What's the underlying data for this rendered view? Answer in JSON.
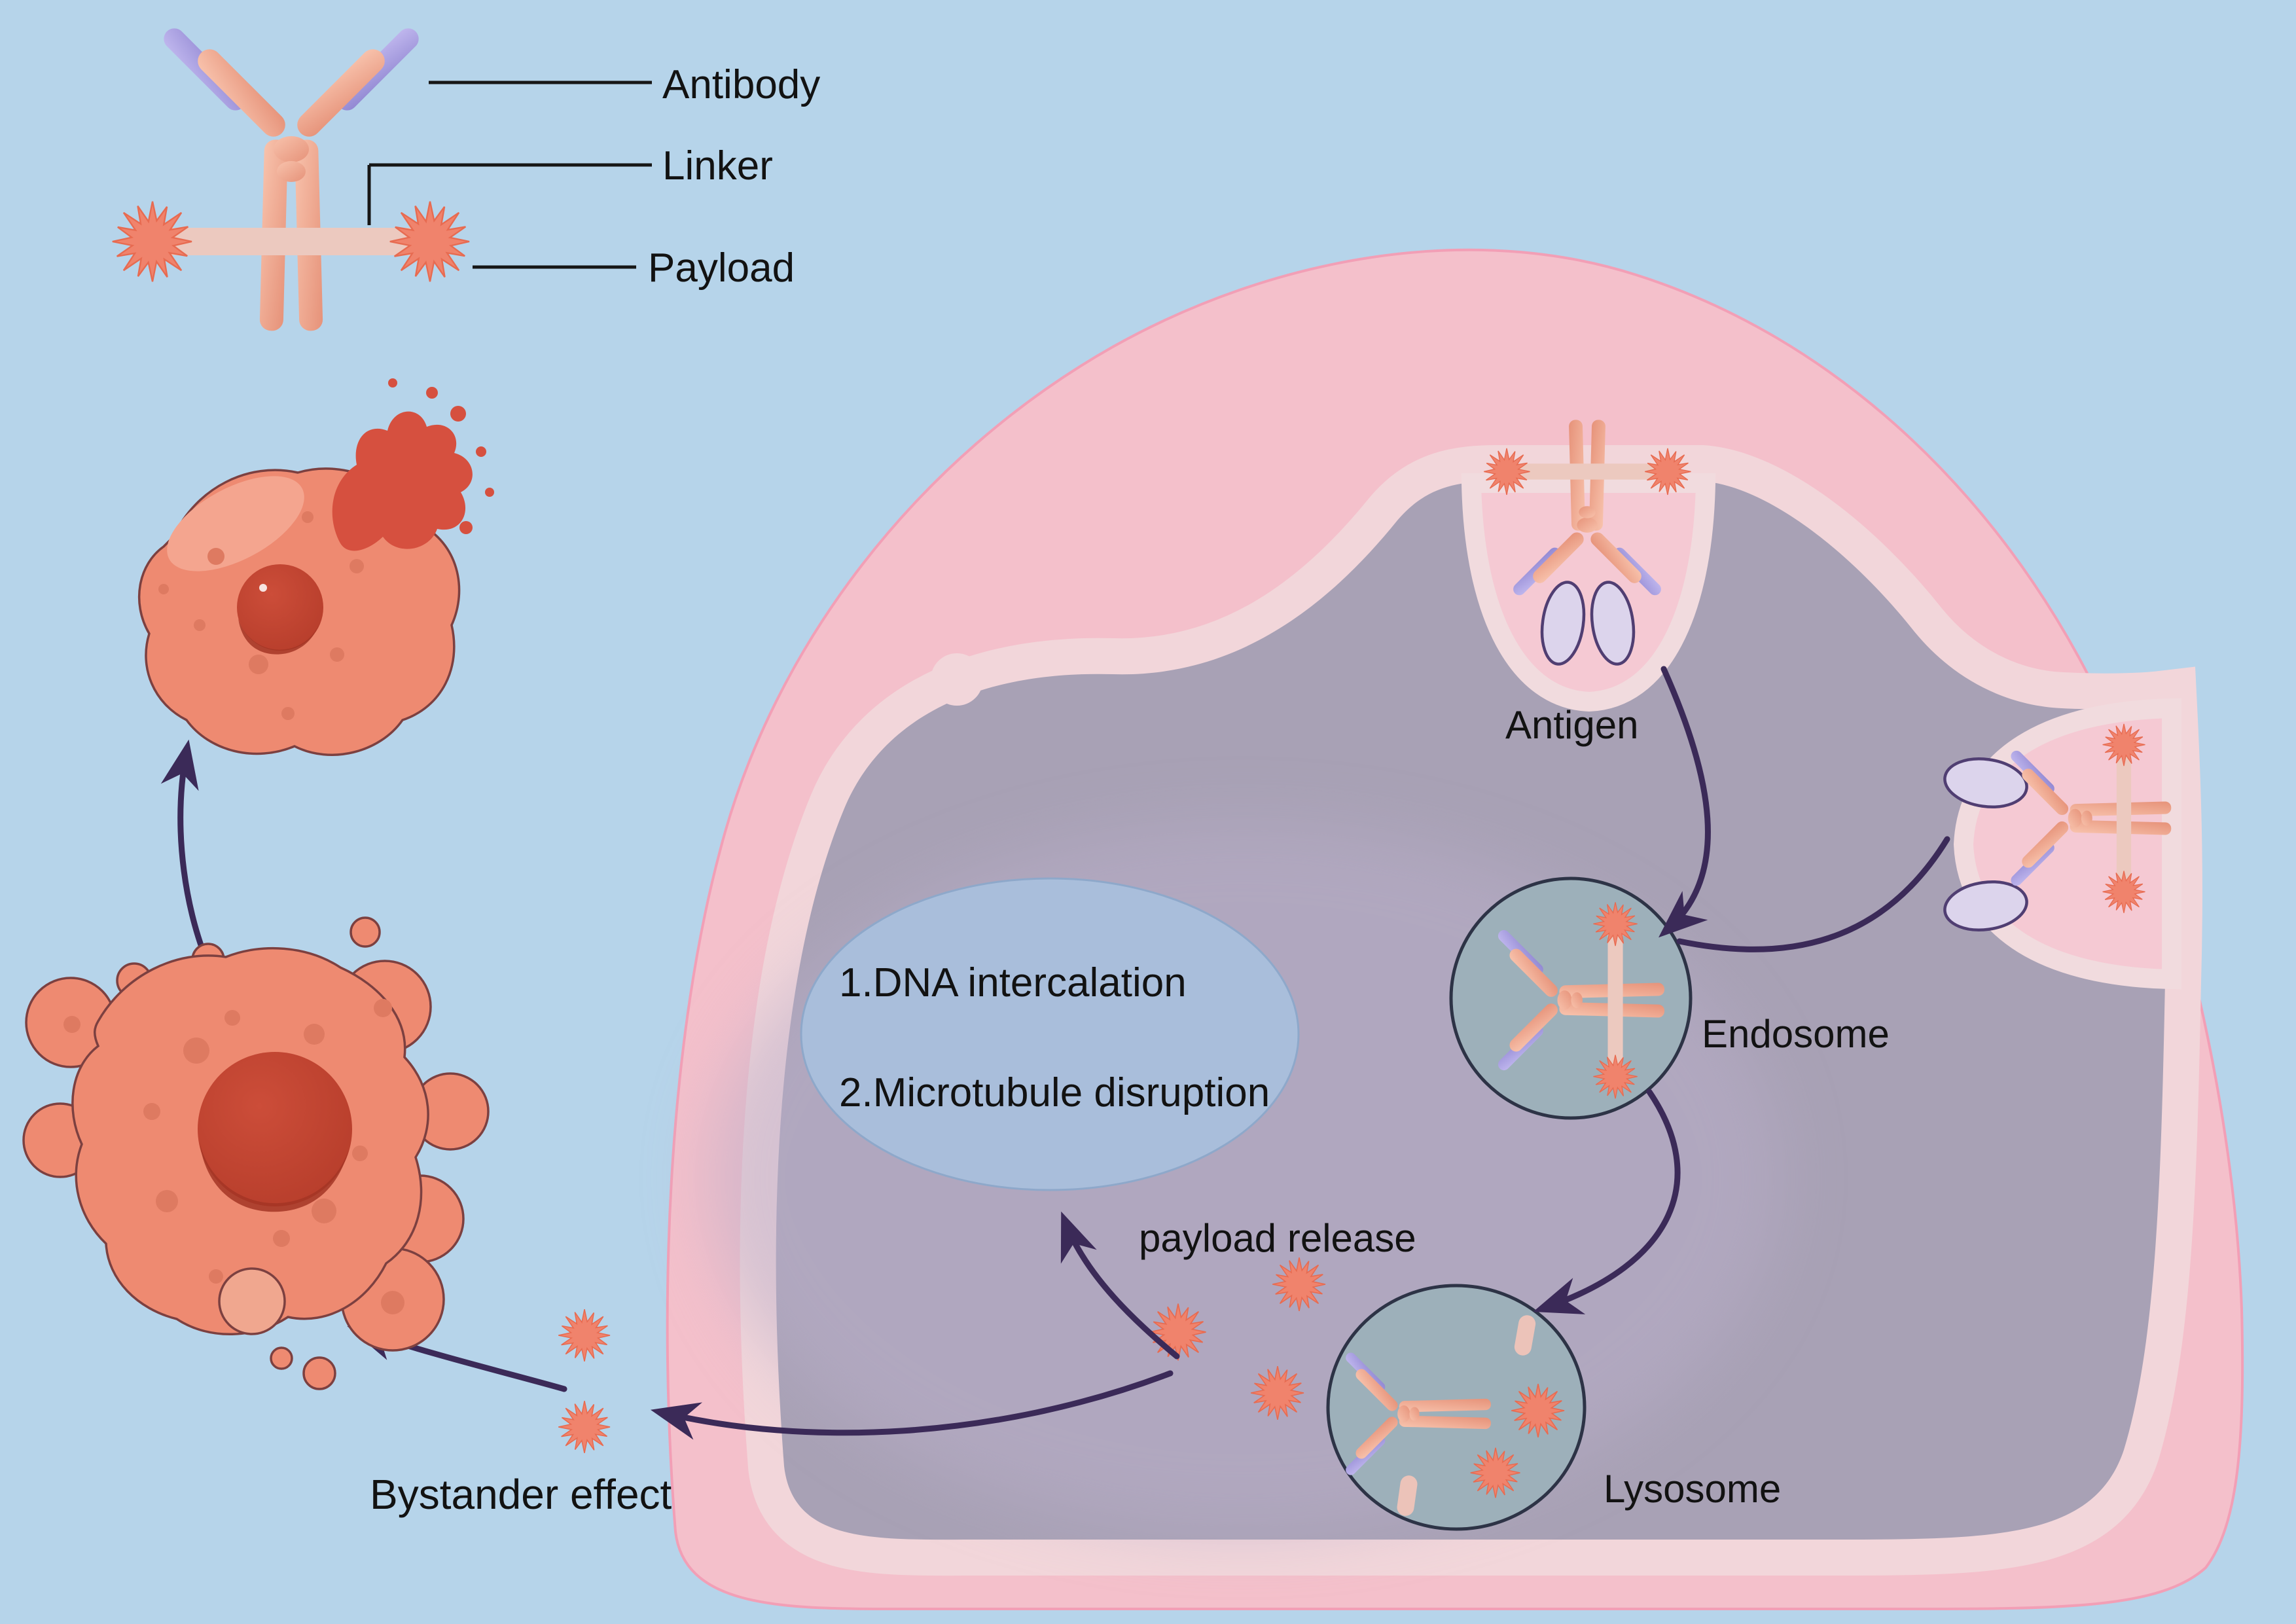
{
  "legend": {
    "antibody_label": "Antibody",
    "linker_label": "Linker",
    "payload_label": "Payload"
  },
  "cell": {
    "antigen_label": "Antigen",
    "endosome_label": "Endosome",
    "lysosome_label": "Lysosome",
    "payload_release_label": "payload release",
    "mechanisms": {
      "line1": "1.DNA intercalation",
      "line2": "2.Microtubule disruption"
    }
  },
  "outside": {
    "bystander_label": "Bystander effect"
  },
  "colors": {
    "background": "#b6d4ea",
    "cell_membrane": "#f4c0cb",
    "cell_membrane_edge": "#f29fb6",
    "cell_membrane_inner_band": "#f2d6da",
    "cytoplasm": "#a8a1b5",
    "cytoplasm_highlight": "#b9aec9",
    "vesicle_fill": "#9db0ba",
    "vesicle_stroke": "#2d3346",
    "mechanism_ellipse": "#a9bedb",
    "payload_star": "#f0836c",
    "antibody_heavy_chain": "#f2a78f",
    "antibody_light_chain": "#a79ddd",
    "linker_bar": "#ecc9bf",
    "antigen_fill": "#dcd4ec",
    "antigen_stroke": "#503e72",
    "arrow": "#3b2a58",
    "tumor_cell_body": "#ee8a71",
    "tumor_cell_nucleus": "#c2402f",
    "lysis_burst": "#d6503f",
    "label_text": "#121212"
  }
}
